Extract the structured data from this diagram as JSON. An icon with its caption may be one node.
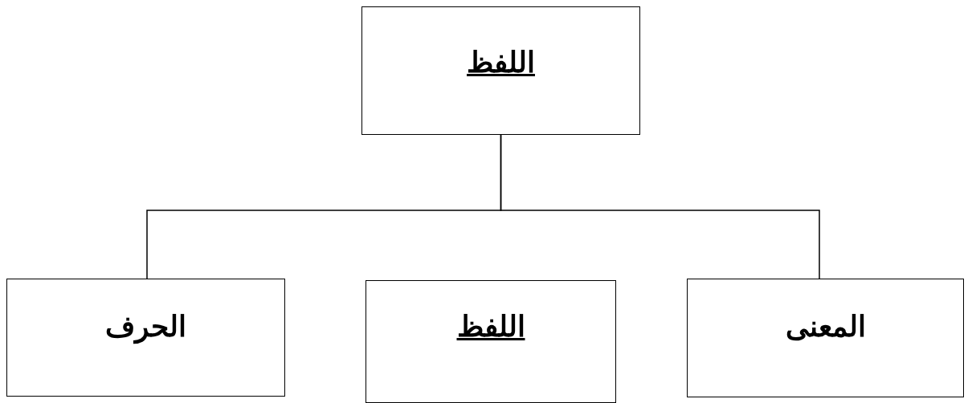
{
  "diagram": {
    "nodes": [
      {
        "text": [
          "اللفظ"
        ]
      },
      {
        "text": [
          "الحرف"
        ]
      },
      {
        "text": [
          "اللفظ"
        ]
      },
      {
        "text": [
          "المعنى"
        ]
      }
    ],
    "edges": [
      {
        "from": 0,
        "to": 1,
        "arrow": "none"
      },
      {
        "from": 0,
        "to": 3,
        "arrow": "none"
      }
    ]
  }
}
